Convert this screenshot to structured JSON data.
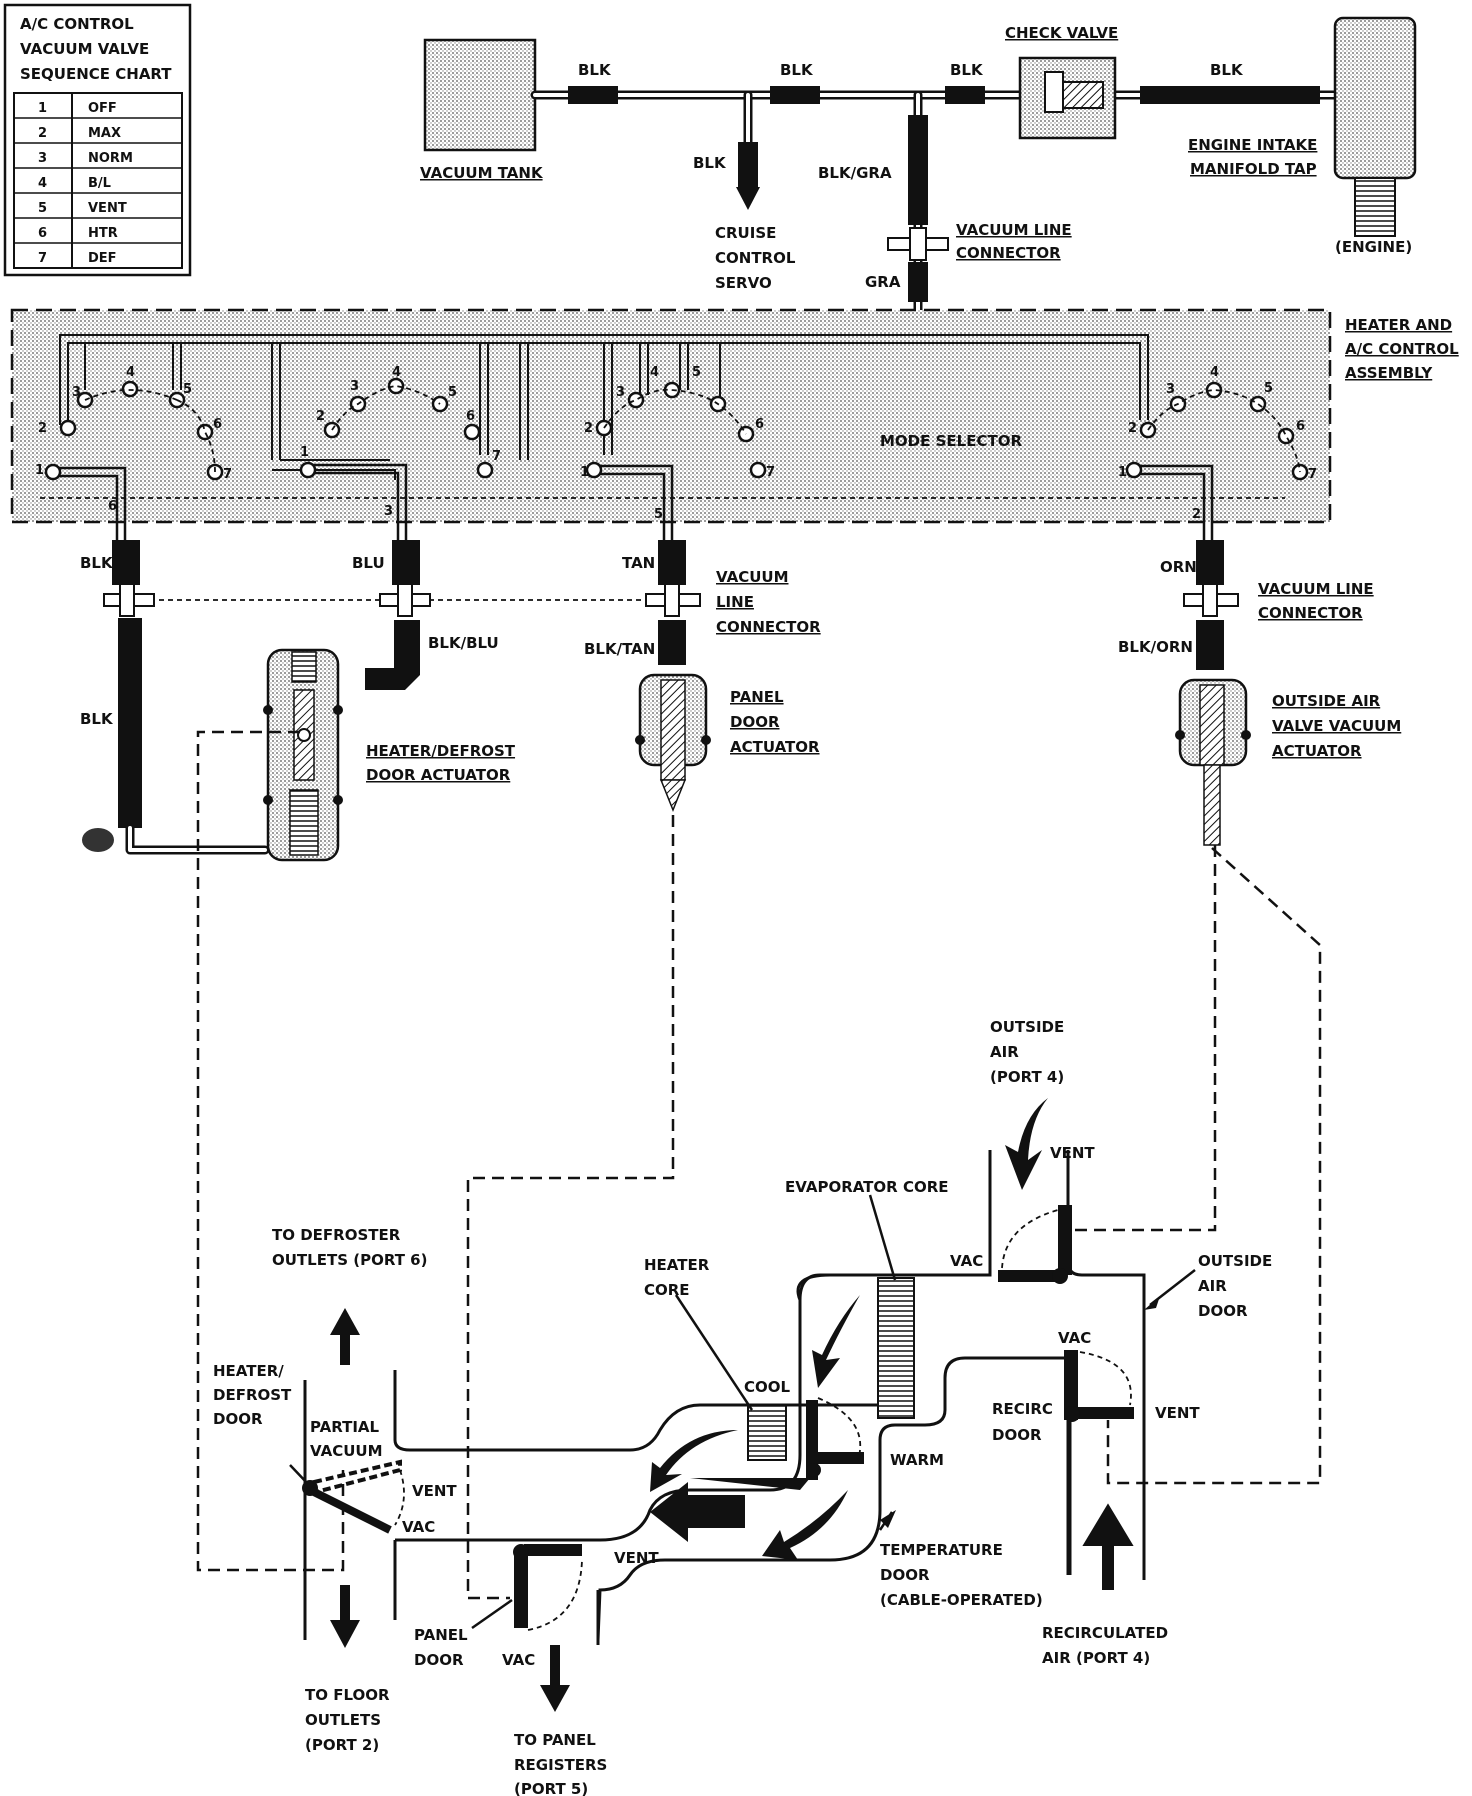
{
  "sequence_chart": {
    "title_lines": [
      "A/C CONTROL",
      "VACUUM VALVE",
      "SEQUENCE CHART"
    ],
    "rows": [
      {
        "num": "1",
        "mode": "OFF"
      },
      {
        "num": "2",
        "mode": "MAX"
      },
      {
        "num": "3",
        "mode": "NORM"
      },
      {
        "num": "4",
        "mode": "B/L"
      },
      {
        "num": "5",
        "mode": "VENT"
      },
      {
        "num": "6",
        "mode": "HTR"
      },
      {
        "num": "7",
        "mode": "DEF"
      }
    ]
  },
  "labels": {
    "vacuum_tank": "VACUUM TANK",
    "check_valve": "CHECK VALVE",
    "engine_tap_1": "ENGINE INTAKE",
    "engine_tap_2": "MANIFOLD TAP",
    "engine": "(ENGINE)",
    "cruise_1": "CRUISE",
    "cruise_2": "CONTROL",
    "cruise_3": "SERVO",
    "vlc_top_1": "VACUUM LINE",
    "vlc_top_2": "CONNECTOR",
    "assembly_1": "HEATER AND",
    "assembly_2": "A/C CONTROL",
    "assembly_3": "ASSEMBLY",
    "mode_selector": "MODE SELECTOR",
    "vlc_mid_1": "VACUUM",
    "vlc_mid_2": "LINE",
    "vlc_mid_3": "CONNECTOR",
    "vlc_right_1": "VACUUM LINE",
    "vlc_right_2": "CONNECTOR",
    "hd_actuator_1": "HEATER/DEFROST",
    "hd_actuator_2": "DOOR ACTUATOR",
    "panel_actuator_1": "PANEL",
    "panel_actuator_2": "DOOR",
    "panel_actuator_3": "ACTUATOR",
    "oa_actuator_1": "OUTSIDE AIR",
    "oa_actuator_2": "VALVE VACUUM",
    "oa_actuator_3": "ACTUATOR",
    "outside_air_1": "OUTSIDE",
    "outside_air_2": "AIR",
    "outside_air_3": "(PORT 4)",
    "vent": "VENT",
    "vac": "VAC",
    "evaporator_core": "EVAPORATOR CORE",
    "oa_door_1": "OUTSIDE",
    "oa_door_2": "AIR",
    "oa_door_3": "DOOR",
    "to_defroster_1": "TO DEFROSTER",
    "to_defroster_2": "OUTLETS (PORT 6)",
    "heater_core_1": "HEATER",
    "heater_core_2": "CORE",
    "cool": "COOL",
    "warm": "WARM",
    "recirc_door_1": "RECIRC",
    "recirc_door_2": "DOOR",
    "hd_door_1": "HEATER/",
    "hd_door_2": "DEFROST",
    "hd_door_3": "DOOR",
    "partial_1": "PARTIAL",
    "partial_2": "VACUUM",
    "temp_door_1": "TEMPERATURE",
    "temp_door_2": "DOOR",
    "temp_door_3": "(CABLE-OPERATED)",
    "panel_door_1": "PANEL",
    "panel_door_2": "DOOR",
    "recirc_air_1": "RECIRCULATED",
    "recirc_air_2": "AIR (PORT 4)",
    "floor_1": "TO FLOOR",
    "floor_2": "OUTLETS",
    "floor_3": "(PORT 2)",
    "panel_reg_1": "TO PANEL",
    "panel_reg_2": "REGISTERS",
    "panel_reg_3": "(PORT 5)"
  },
  "hoses": {
    "blk": "BLK",
    "blk_gra": "BLK/GRA",
    "gra": "GRA",
    "blu": "BLU",
    "tan": "TAN",
    "orn": "ORN",
    "blk_blu": "BLK/BLU",
    "blk_tan": "BLK/TAN",
    "blk_orn": "BLK/ORN"
  },
  "port_numbers": [
    "1",
    "2",
    "3",
    "4",
    "5",
    "6",
    "7"
  ],
  "valve_outlets": [
    "6",
    "3",
    "5",
    "2"
  ]
}
